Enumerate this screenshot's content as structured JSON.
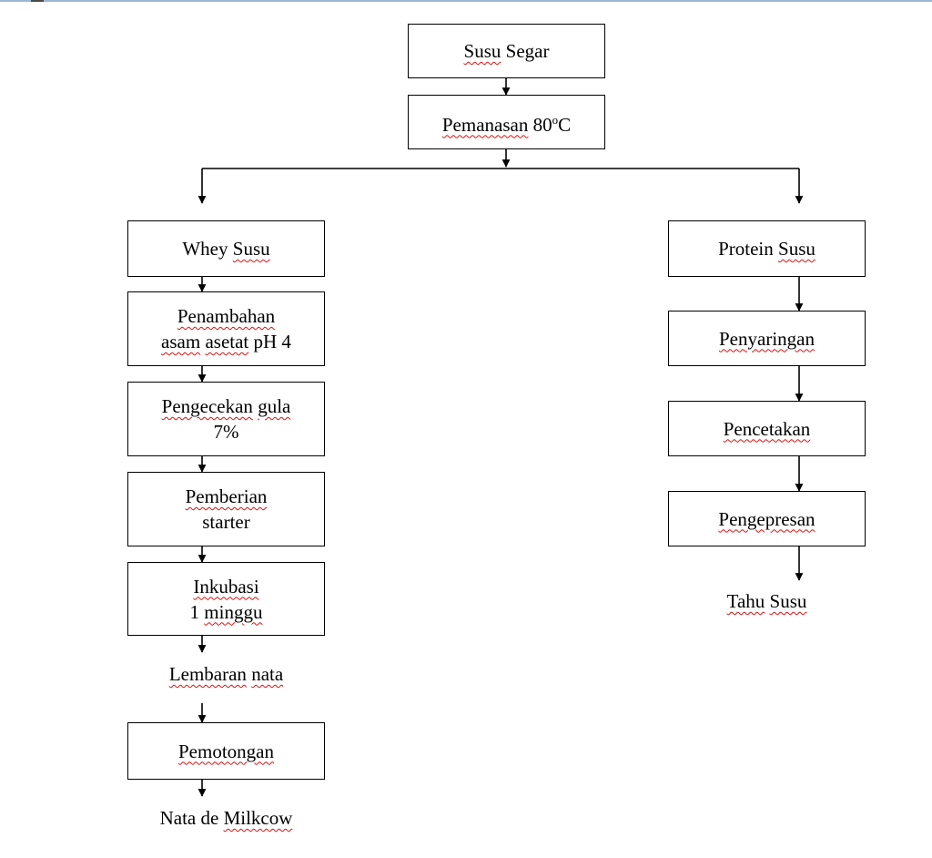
{
  "top": {
    "fresh_milk": [
      "Susu",
      "Segar"
    ],
    "heating": [
      "Pemanasan",
      "80",
      "o",
      "C"
    ]
  },
  "left_branch": {
    "whey": [
      "Whey",
      "Susu"
    ],
    "acid_line1": "Penambahan",
    "acid_line2": [
      "asam",
      "asetat",
      "pH 4"
    ],
    "sugar_line1": [
      "Pengecekan",
      "gula"
    ],
    "sugar_line2": "7%",
    "starter_line1": "Pemberian",
    "starter_line2": "starter",
    "incubation_line1": "Inkubasi",
    "incubation_line2": [
      "1",
      "minggu"
    ],
    "sheet": [
      "Lembaran",
      "nata"
    ],
    "cutting": "Pemotongan",
    "product": [
      "Nata de",
      "Milkcow"
    ]
  },
  "right_branch": {
    "protein": [
      "Protein",
      "Susu"
    ],
    "filtering": "Penyaringan",
    "molding": "Pencetakan",
    "pressing": "Pengepresan",
    "product": [
      "Tahu",
      "Susu"
    ]
  },
  "colors": {
    "line": "#000000",
    "spellcheck_underline": "#dd1111",
    "top_bar": "#9bb6d6"
  }
}
